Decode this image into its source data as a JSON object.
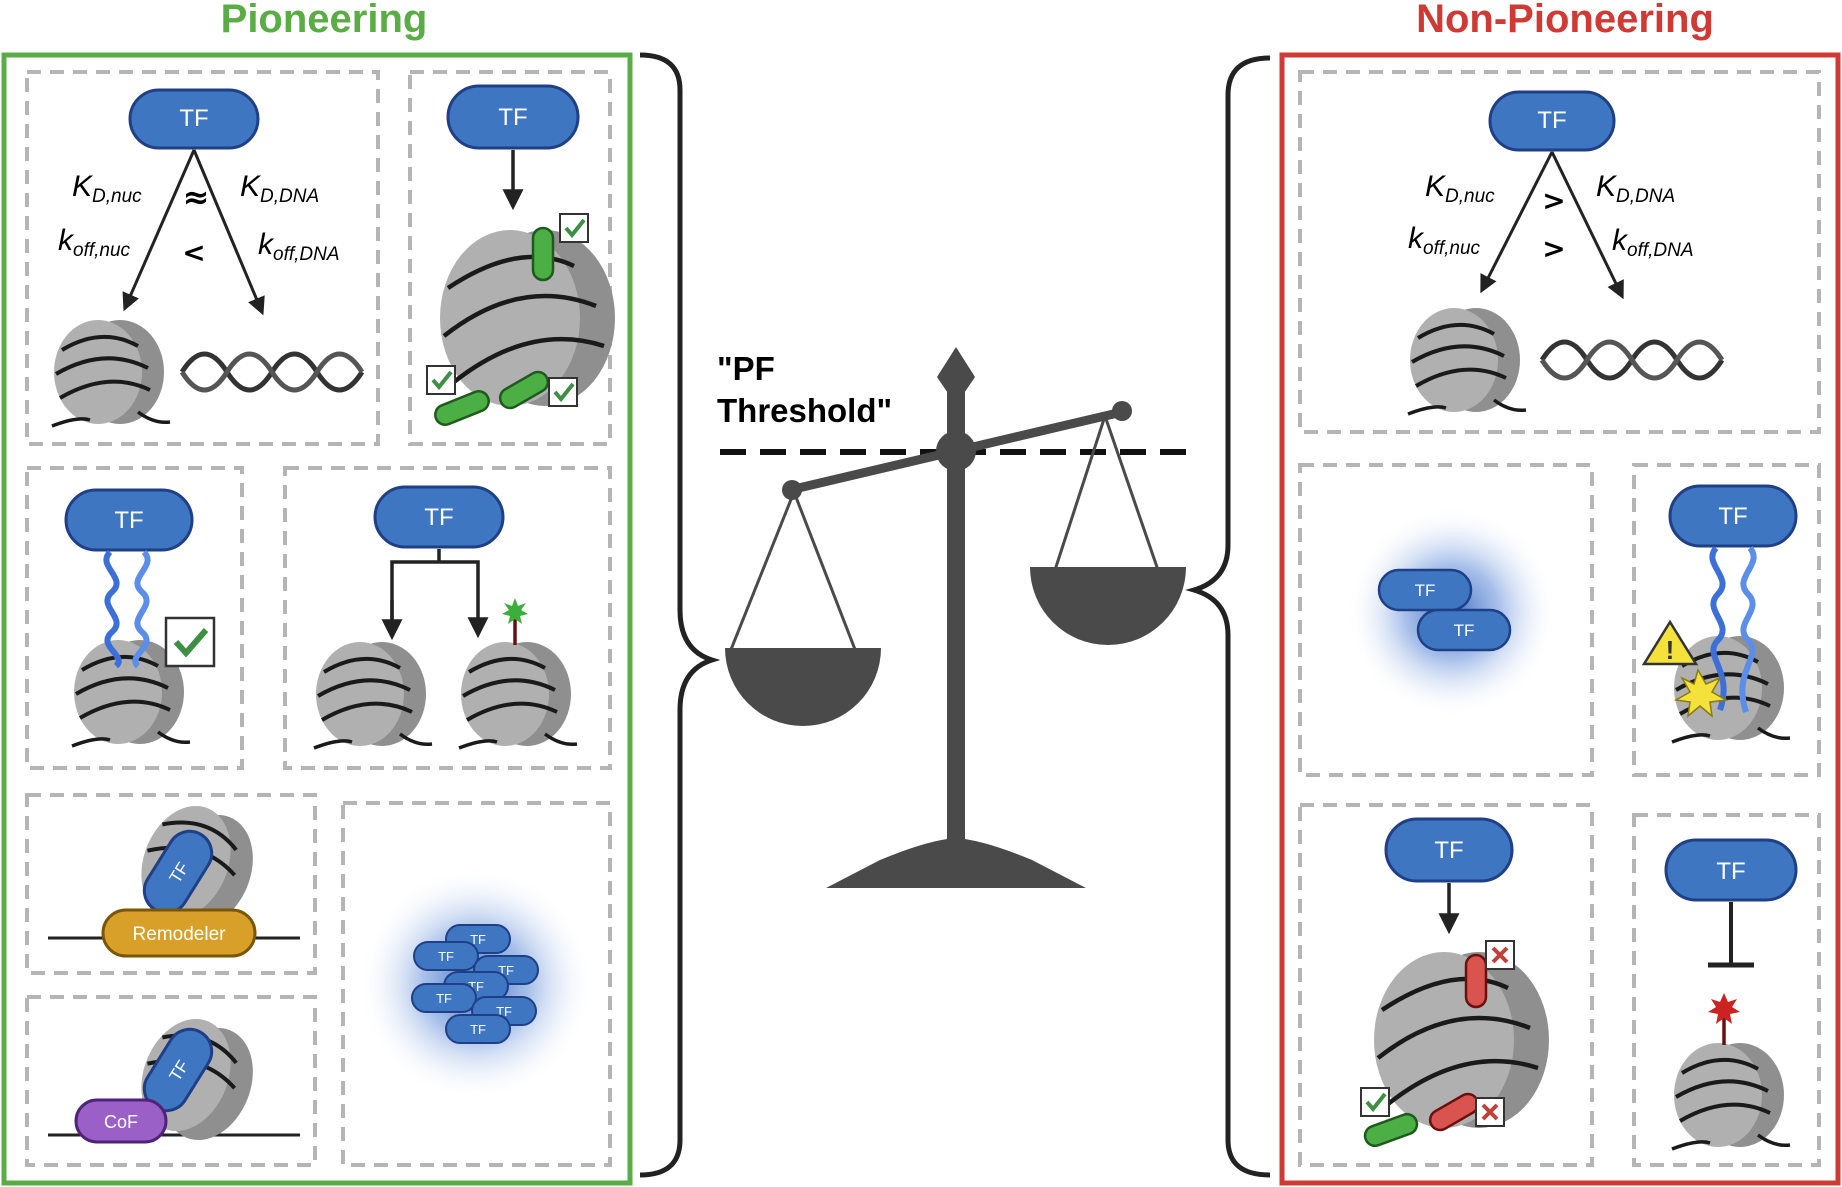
{
  "headings": {
    "pioneering": "Pioneering",
    "non_pioneering": "Non-Pioneering",
    "threshold_line1": "\"PF",
    "threshold_line2": "Threshold\""
  },
  "labels": {
    "tf": "TF",
    "remodeler": "Remodeler",
    "cof": "CoF"
  },
  "kinetics": {
    "K": "K",
    "k": "k",
    "nuc_D": "D,nuc",
    "dna_D": "D,DNA",
    "nuc_off": "off,nuc",
    "dna_off": "off,DNA",
    "pioneering_kd_relation": "≈",
    "pioneering_koff_relation": "<",
    "nonpioneering_kd_relation": ">",
    "nonpioneering_koff_relation": ">"
  },
  "colors": {
    "pioneering_border": "#5aac44",
    "non_pioneering_border": "#d03a35",
    "tf_fill": "#3e76c2",
    "tf_stroke": "#1f3f86",
    "nucleosome": "#a8a8a8",
    "scale": "#4a4a4a",
    "remodeler": "#d8a029",
    "cof": "#9b5fc8",
    "check_green": "#3c8f43",
    "cross_red": "#c0403b",
    "warning_yellow": "#f4e13b"
  }
}
